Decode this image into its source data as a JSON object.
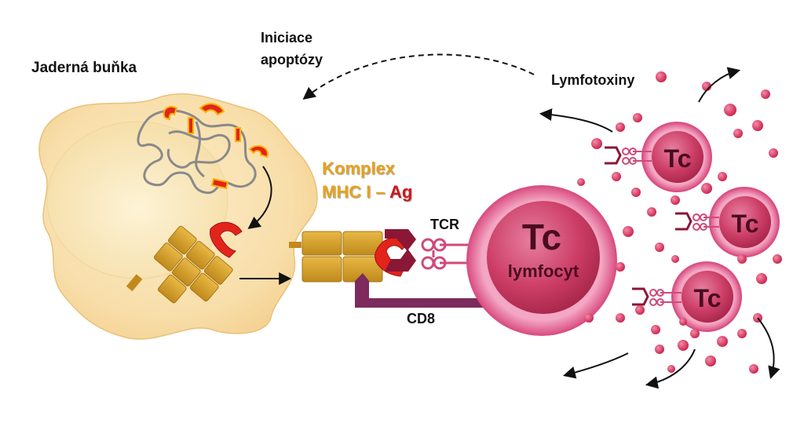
{
  "labels": {
    "nucleated_cell": "Jaderná buňka",
    "apoptosis_line1": "Iniciace",
    "apoptosis_line2": "apoptózy",
    "lymphotoxins": "Lymfotoxiny",
    "complex_line1": "Komplex",
    "complex_line2_prefix": "MHC I – ",
    "complex_line2_ag": "Ag",
    "tcr": "TCR",
    "cd8": "CD8",
    "main_tc": "Tc",
    "main_lymphocyte": "lymfocyt",
    "small_tc": "Tc"
  },
  "colors": {
    "cell_fill": "#f8deaa",
    "nucleus_fill": "#fbecc8",
    "mhc_gold": "#d4a02a",
    "antigen_red": "#e3241b",
    "tc_pink": "#c8345f",
    "tc_ring": "#e86a9b",
    "cd8_purple": "#7d2a5c",
    "lymphotoxin_dot": "#d7325a"
  }
}
